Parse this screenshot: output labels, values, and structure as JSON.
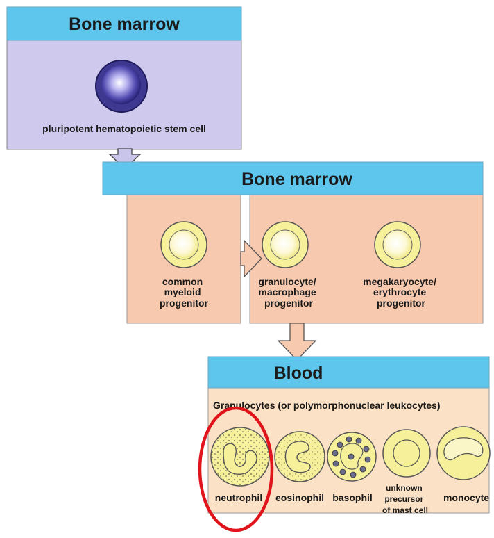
{
  "stem_panel": {
    "header": "Bone marrow",
    "cell_label": "pluripotent hematopoietic stem cell"
  },
  "progenitor_panel": {
    "header": "Bone marrow",
    "cells": [
      {
        "lines": [
          "common",
          "myeloid",
          "progenitor"
        ]
      },
      {
        "lines": [
          "granulocyte/",
          "macrophage",
          "progenitor"
        ]
      },
      {
        "lines": [
          "megakaryocyte/",
          "erythrocyte",
          "progenitor"
        ]
      }
    ]
  },
  "blood_panel": {
    "header": "Blood",
    "subheader": "Granulocytes (or polymorphonuclear leukocytes)",
    "cells": [
      {
        "lines": [
          "neutrophil"
        ]
      },
      {
        "lines": [
          "eosinophil"
        ]
      },
      {
        "lines": [
          "basophil"
        ]
      },
      {
        "lines": [
          "unknown",
          "precursor",
          "of mast cell"
        ]
      },
      {
        "lines": [
          "monocyte"
        ]
      }
    ]
  },
  "colors": {
    "header_blue": "#5ec6ec",
    "stem_bg": "#cfc9ee",
    "progenitor_bg": "#f7c9ae",
    "blood_bg": "#fbe1c6",
    "cell_yellow": "#f6f09a",
    "stem_cell": "#3e3891",
    "highlight_ring": "#e0141b"
  }
}
